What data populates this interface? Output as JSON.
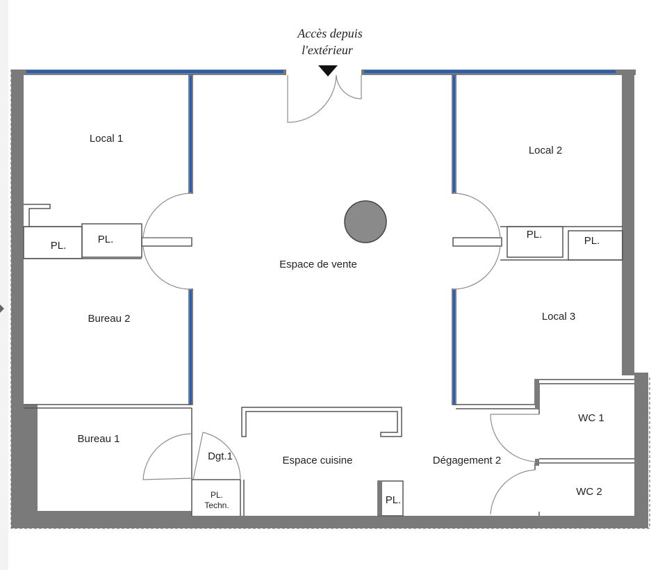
{
  "entrance": {
    "line1": "Accès depuis",
    "line2": "l'extérieur"
  },
  "rooms": {
    "local1": "Local 1",
    "local2": "Local 2",
    "local3": "Local 3",
    "bureau1": "Bureau 1",
    "bureau2": "Bureau 2",
    "vente": "Espace de vente",
    "cuisine": "Espace cuisine",
    "degagement2": "Dégagement 2",
    "dgt1": "Dgt.1",
    "wc1": "WC 1",
    "wc2": "WC 2"
  },
  "placards": {
    "pl_left_outer": "PL.",
    "pl_left_inner": "PL.",
    "pl_right_inner": "PL.",
    "pl_right_outer": "PL.",
    "pl_kitchen": "PL.",
    "pl_techn_line1": "PL.",
    "pl_techn_line2": "Techn."
  },
  "colors": {
    "wall": "#7a7a7a",
    "glass": "#1f5fbf",
    "column": "#8a8a8a",
    "door": "#9a9a9a"
  }
}
